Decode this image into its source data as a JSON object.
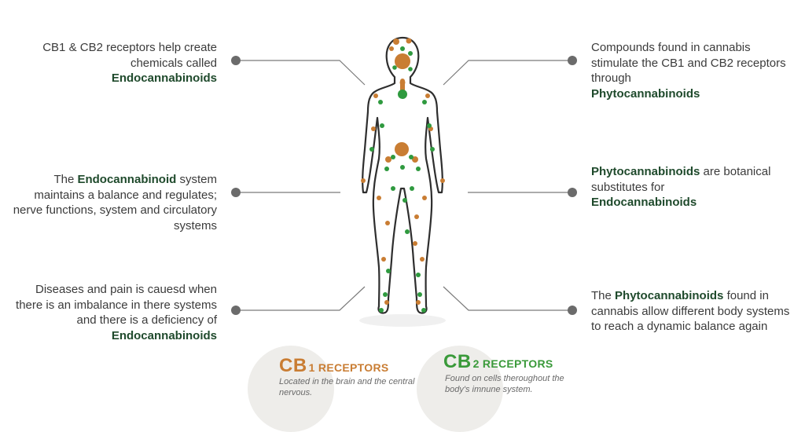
{
  "left": {
    "top": {
      "pre": "CB1 & CB2 receptors help create chemicals called",
      "bold": "Endocannabinoids",
      "post": ""
    },
    "middle": {
      "pre": "The",
      "bold": "Endocannabinoid",
      "post": "system maintains a balance and regulates; nerve functions, system and circulatory systems"
    },
    "bottom": {
      "pre": "Diseases and pain is cauesd when there is an imbalance in there systems and there is a deficiency of",
      "bold": "Endocannabinoids",
      "post": ""
    }
  },
  "right": {
    "top": {
      "pre": "Compounds found in cannabis stimulate the CB1 and CB2 receptors through",
      "bold": "Phytocannabinoids",
      "post": ""
    },
    "middle": {
      "pre": "",
      "bold": "Phytocannabinoids",
      "post": "are botanical substitutes for",
      "bold2": "Endocannabinoids"
    },
    "bottom": {
      "pre": "The",
      "bold": "Phytocannabinoids",
      "post": "found in cannabis allow different body systems to reach a dynamic balance again"
    }
  },
  "legend": {
    "cb1": {
      "prefix": "CB",
      "number": "1",
      "label": "RECEPTORS",
      "description": "Located in the brain and the central nervous."
    },
    "cb2": {
      "prefix": "CB",
      "number": "2",
      "label": "RECEPTORS",
      "description": "Found on cells theroughout the body's imnune system."
    }
  },
  "colors": {
    "cb1": "#c97d33",
    "cb2": "#3a9a3a",
    "bold_text": "#1f4a2c",
    "connector": "#6b6b6b"
  }
}
